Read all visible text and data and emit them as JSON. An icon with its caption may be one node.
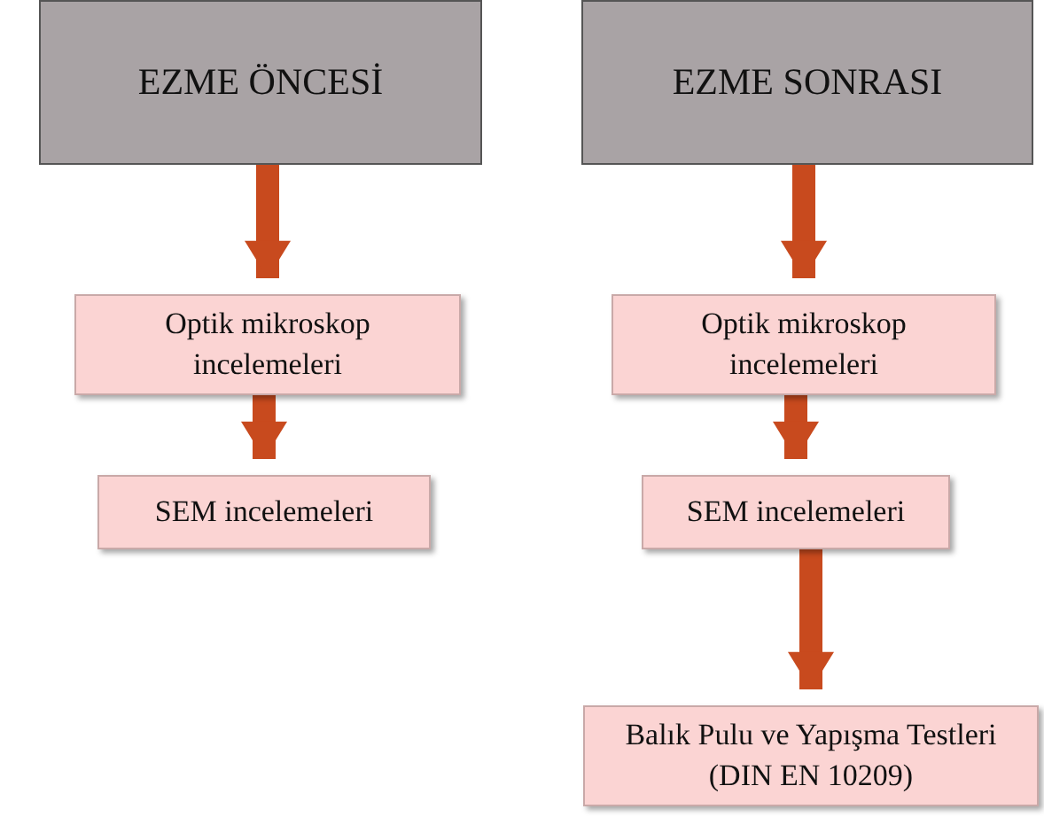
{
  "diagram": {
    "nodes": [
      {
        "text": [
          "EZME ÖNCESİ"
        ]
      },
      {
        "text": [
          "Optik mikroskop incelemeleri"
        ]
      },
      {
        "text": [
          "SEM incelemeleri"
        ]
      },
      {
        "text": [
          "EZME SONRASI"
        ]
      },
      {
        "text": [
          "Optik mikroskop incelemeleri"
        ]
      },
      {
        "text": [
          "SEM incelemeleri"
        ]
      },
      {
        "text": [
          "Balık Pulu ve Yapışma Testleri (DIN EN 10209)"
        ]
      }
    ],
    "edges": [
      {
        "from": 0,
        "to": 1,
        "arrow": "to",
        "color": "#c84a1e"
      },
      {
        "from": 1,
        "to": 2,
        "arrow": "to",
        "color": "#c84a1e"
      },
      {
        "from": 3,
        "to": 4,
        "arrow": "to",
        "color": "#c84a1e"
      },
      {
        "from": 4,
        "to": 5,
        "arrow": "to",
        "color": "#c84a1e"
      },
      {
        "from": 5,
        "to": 6,
        "arrow": "to",
        "color": "#c84a1e"
      }
    ]
  }
}
